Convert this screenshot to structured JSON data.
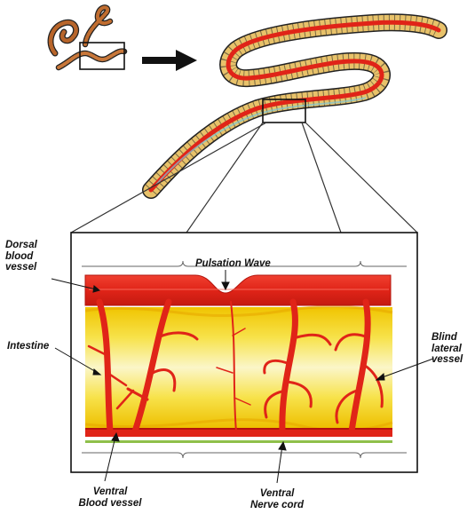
{
  "labels": {
    "dorsal": "Dorsal\nblood\nvessel",
    "pulsation": "Pulsation Wave",
    "intestine": "Intestine",
    "blind": "Blind\nlateral\nvessel",
    "ventral_blood": "Ventral\nBlood vessel",
    "ventral_nerve": "Ventral\nNerve cord"
  },
  "colors": {
    "worm_body": "#e8c26a",
    "vessel_red": "#e02418",
    "dark_red": "#b3140c",
    "intestine_yellow": "#f4d200",
    "nerve_green": "#8fc04a",
    "outline": "#222222"
  }
}
